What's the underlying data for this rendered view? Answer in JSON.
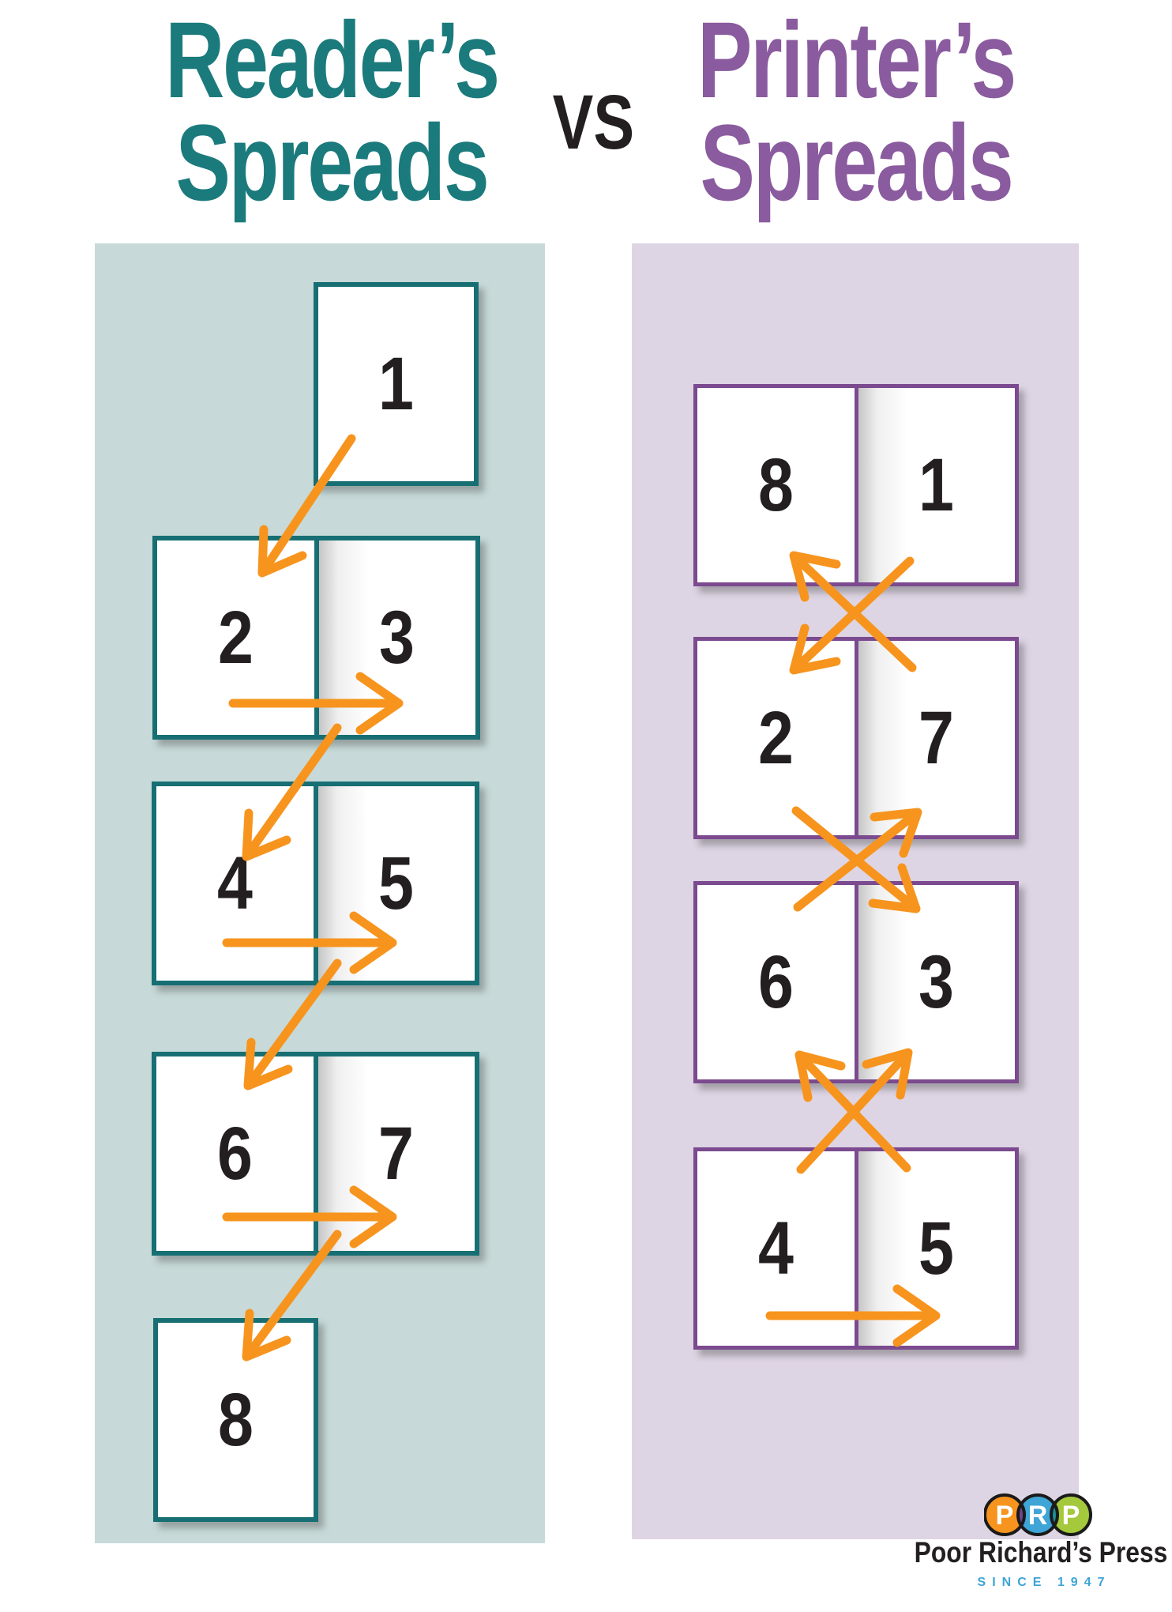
{
  "colors": {
    "teal": "#1b7a7c",
    "teal-border": "#176f73",
    "teal-bg": "#c7dad9",
    "purple": "#8a5b9e",
    "purple-border": "#7b4a8f",
    "purple-bg": "#ded5e4",
    "orange": "#f7941e",
    "ink": "#231f20",
    "logo-blue": "#3fa4d6",
    "logo-green": "#a4c93c",
    "logo-orange": "#f7941e",
    "logo-purple-overlap": "#6f4691",
    "logo-teal-overlap": "#1b8f94"
  },
  "header": {
    "left_title": [
      "Reader’s",
      "Spreads"
    ],
    "vs": "VS",
    "right_title": [
      "Printer’s",
      "Spreads"
    ]
  },
  "reader_panel": {
    "top_page": "1",
    "spreads": [
      [
        "2",
        "3"
      ],
      [
        "4",
        "5"
      ],
      [
        "6",
        "7"
      ]
    ],
    "bottom_page": "8"
  },
  "printer_panel": {
    "spreads": [
      [
        "8",
        "1"
      ],
      [
        "2",
        "7"
      ],
      [
        "6",
        "3"
      ],
      [
        "4",
        "5"
      ]
    ]
  },
  "logo": {
    "initials": [
      "P",
      "R",
      "P"
    ],
    "name": "Poor Richard’s Press",
    "tagline": "SINCE 1947"
  }
}
